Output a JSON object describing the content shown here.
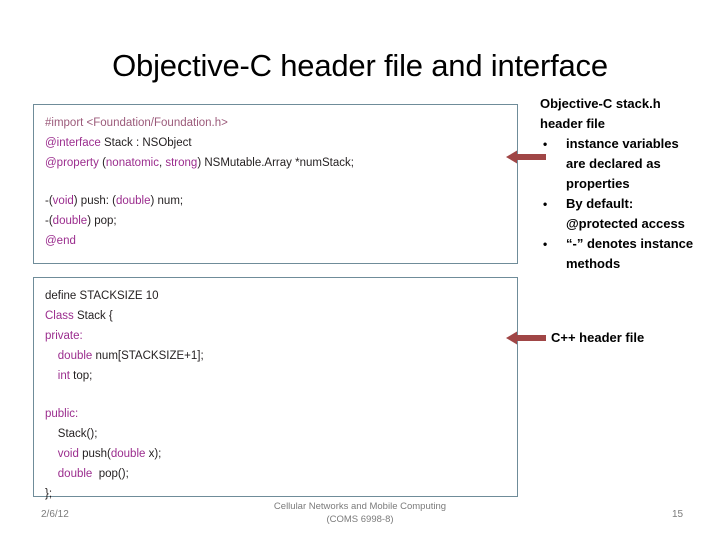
{
  "slide": {
    "title": "Objective-C header file and interface"
  },
  "objc_box": {
    "name": "objective-c-header-code",
    "lines": [
      [
        {
          "t": "#import <Foundation/Foundation.h>",
          "c": "pre"
        }
      ],
      [
        {
          "t": "@interface",
          "c": "kw"
        },
        {
          "t": " Stack : NSObject",
          "c": "plain"
        }
      ],
      [
        {
          "t": "@property",
          "c": "kw"
        },
        {
          "t": " (",
          "c": "plain"
        },
        {
          "t": "nonatomic",
          "c": "kw"
        },
        {
          "t": ", ",
          "c": "plain"
        },
        {
          "t": "strong",
          "c": "kw"
        },
        {
          "t": ") NSMutable.Array *numStack;",
          "c": "plain"
        }
      ],
      [],
      [
        {
          "t": "-(",
          "c": "plain"
        },
        {
          "t": "void",
          "c": "kw"
        },
        {
          "t": ") push: (",
          "c": "plain"
        },
        {
          "t": "double",
          "c": "kw"
        },
        {
          "t": ") num;",
          "c": "plain"
        }
      ],
      [
        {
          "t": "-(",
          "c": "plain"
        },
        {
          "t": "double",
          "c": "kw"
        },
        {
          "t": ") pop;",
          "c": "plain"
        }
      ],
      [
        {
          "t": "@end",
          "c": "kw"
        }
      ]
    ]
  },
  "cpp_box": {
    "name": "cpp-header-code",
    "lines": [
      [
        {
          "t": "define STACKSIZE 10",
          "c": "plain"
        }
      ],
      [
        {
          "t": "Class",
          "c": "kw"
        },
        {
          "t": " Stack {",
          "c": "plain"
        }
      ],
      [
        {
          "t": "private:",
          "c": "kw"
        }
      ],
      [
        {
          "t": "    ",
          "c": "plain"
        },
        {
          "t": "double",
          "c": "kw"
        },
        {
          "t": " num[STACKSIZE+1];",
          "c": "plain"
        }
      ],
      [
        {
          "t": "    ",
          "c": "plain"
        },
        {
          "t": "int",
          "c": "kw"
        },
        {
          "t": " top;",
          "c": "plain"
        }
      ],
      [],
      [
        {
          "t": "public:",
          "c": "kw"
        }
      ],
      [
        {
          "t": "    Stack();",
          "c": "plain"
        }
      ],
      [
        {
          "t": "    ",
          "c": "plain"
        },
        {
          "t": "void",
          "c": "kw"
        },
        {
          "t": " push(",
          "c": "plain"
        },
        {
          "t": "double",
          "c": "kw"
        },
        {
          "t": " x);",
          "c": "plain"
        }
      ],
      [
        {
          "t": "    ",
          "c": "plain"
        },
        {
          "t": "double",
          "c": "kw"
        },
        {
          "t": "  pop();",
          "c": "plain"
        }
      ],
      [
        {
          "t": "};",
          "c": "plain"
        }
      ]
    ]
  },
  "annotations": {
    "objc": {
      "heading_line1": "Objective-C stack.h",
      "heading_line2": "header file",
      "bullets": [
        {
          "mark": "•",
          "lines": [
            "instance variables",
            "are declared as",
            "properties"
          ]
        },
        {
          "mark": "•",
          "lines": [
            "By default:",
            "@protected access"
          ]
        },
        {
          "mark": "•",
          "lines": [
            "“-” denotes instance",
            "methods"
          ]
        }
      ]
    },
    "cpp": {
      "label": "C++ header file"
    }
  },
  "footer": {
    "date": "2/6/12",
    "course_line1": "Cellular Networks and Mobile Computing",
    "course_line2": "(COMS 6998-8)",
    "page": "15"
  },
  "colors": {
    "keyword": "#9b2d8e",
    "preprocessor": "#9b5a7a",
    "box_border": "#6f8c99",
    "arrow": "#a04646",
    "footer_text": "#7b7b7b"
  }
}
